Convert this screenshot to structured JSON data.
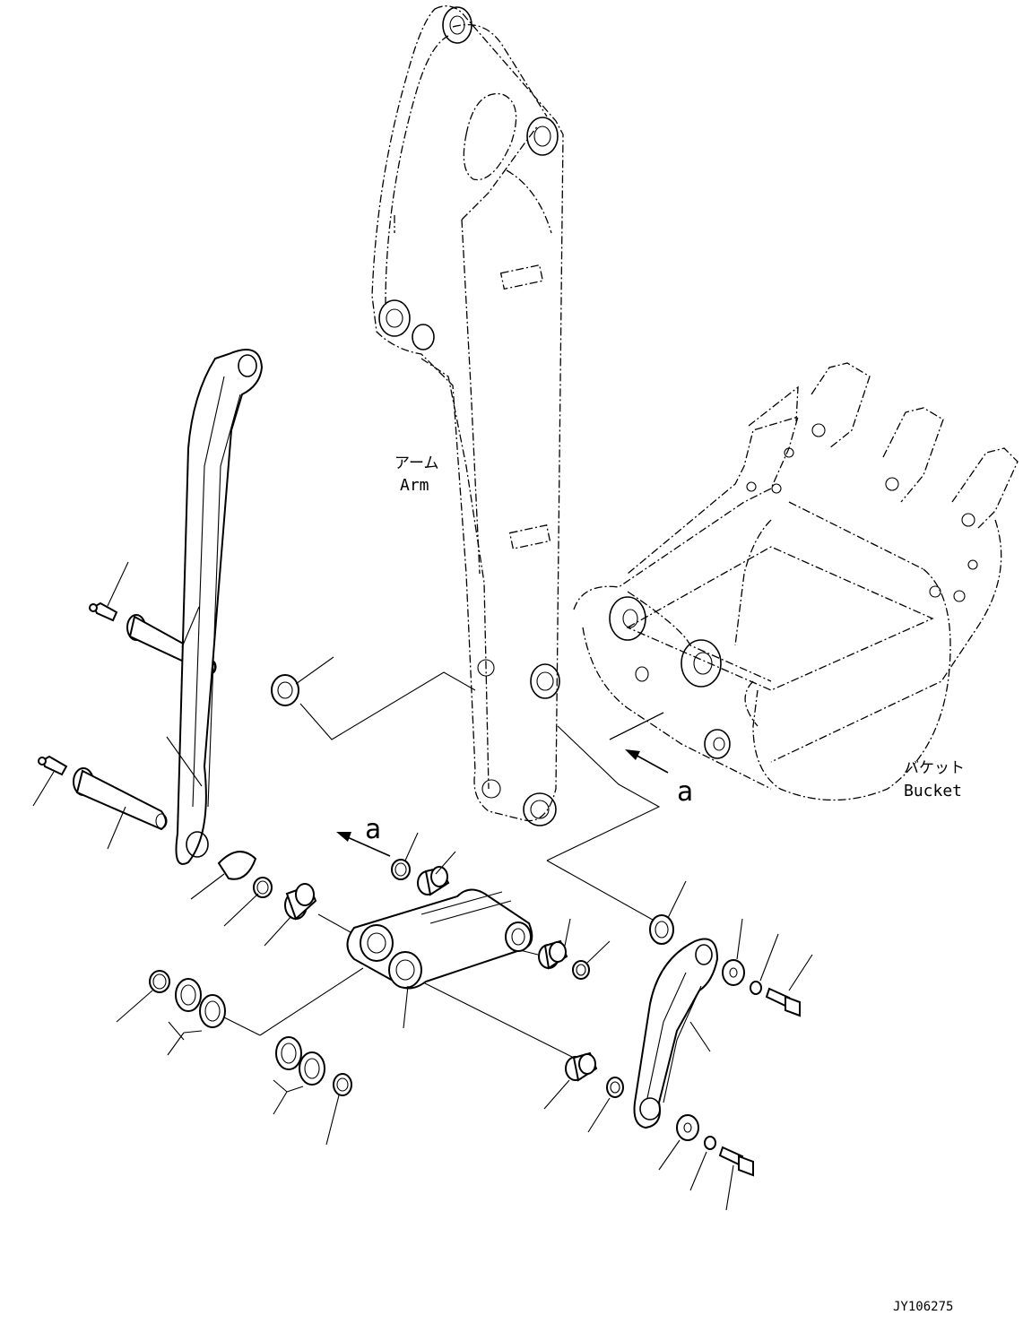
{
  "labels": {
    "arm_jp": "アーム",
    "arm_en": "Arm",
    "bucket_jp": "バケット",
    "bucket_en": "Bucket",
    "view_ref_right": "a",
    "view_ref_left": "a",
    "drawing_number": "JY106275"
  }
}
